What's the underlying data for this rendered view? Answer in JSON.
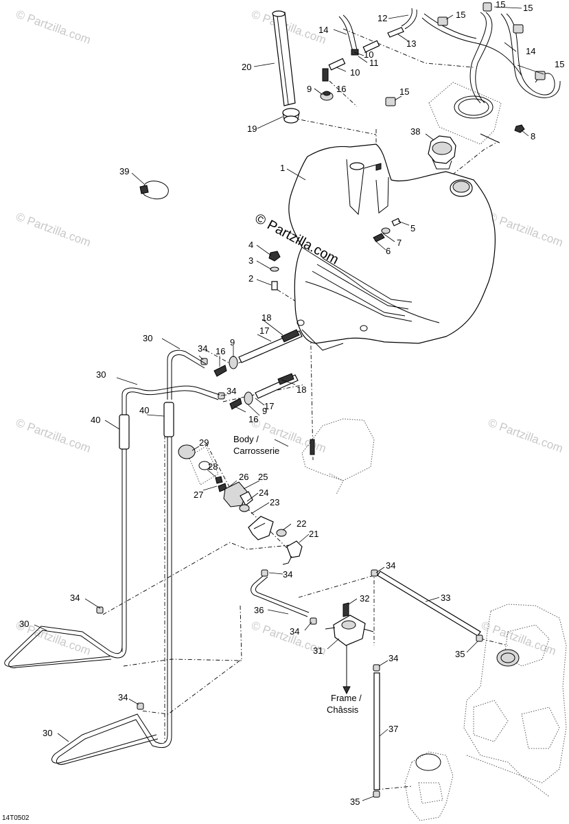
{
  "watermark": "© Partzilla.com",
  "center_watermark": "© Partzilla.com",
  "reference_code": "14T0502",
  "notes": {
    "body_line1": "Body /",
    "body_line2": "Carrosserie",
    "frame_line1": "Frame /",
    "frame_line2": "Châssis"
  },
  "callouts": {
    "c1": "1",
    "c2": "2",
    "c3": "3",
    "c4": "4",
    "c5": "5",
    "c6": "6",
    "c7": "7",
    "c8": "8",
    "c9a": "9",
    "c9b": "9",
    "c9c": "9",
    "c10a": "10",
    "c10b": "10",
    "c11": "11",
    "c12": "12",
    "c13": "13",
    "c14a": "14",
    "c14b": "14",
    "c15a": "15",
    "c15b": "15",
    "c15c": "15",
    "c15d": "15",
    "c15e": "15",
    "c16a": "16",
    "c16b": "16",
    "c16c": "16",
    "c17a": "17",
    "c17b": "17",
    "c18a": "18",
    "c18b": "18",
    "c19": "19",
    "c20": "20",
    "c21": "21",
    "c22": "22",
    "c23": "23",
    "c24": "24",
    "c25": "25",
    "c26": "26",
    "c27": "27",
    "c28": "28",
    "c29": "29",
    "c30a": "30",
    "c30b": "30",
    "c30c": "30",
    "c30d": "30",
    "c31": "31",
    "c32": "32",
    "c33": "33",
    "c34a": "34",
    "c34b": "34",
    "c34c": "34",
    "c34d": "34",
    "c34e": "34",
    "c34f": "34",
    "c34g": "34",
    "c34h": "34",
    "c35a": "35",
    "c35b": "35",
    "c36": "36",
    "c37": "37",
    "c38": "38",
    "c39": "39",
    "c40a": "40",
    "c40b": "40"
  }
}
